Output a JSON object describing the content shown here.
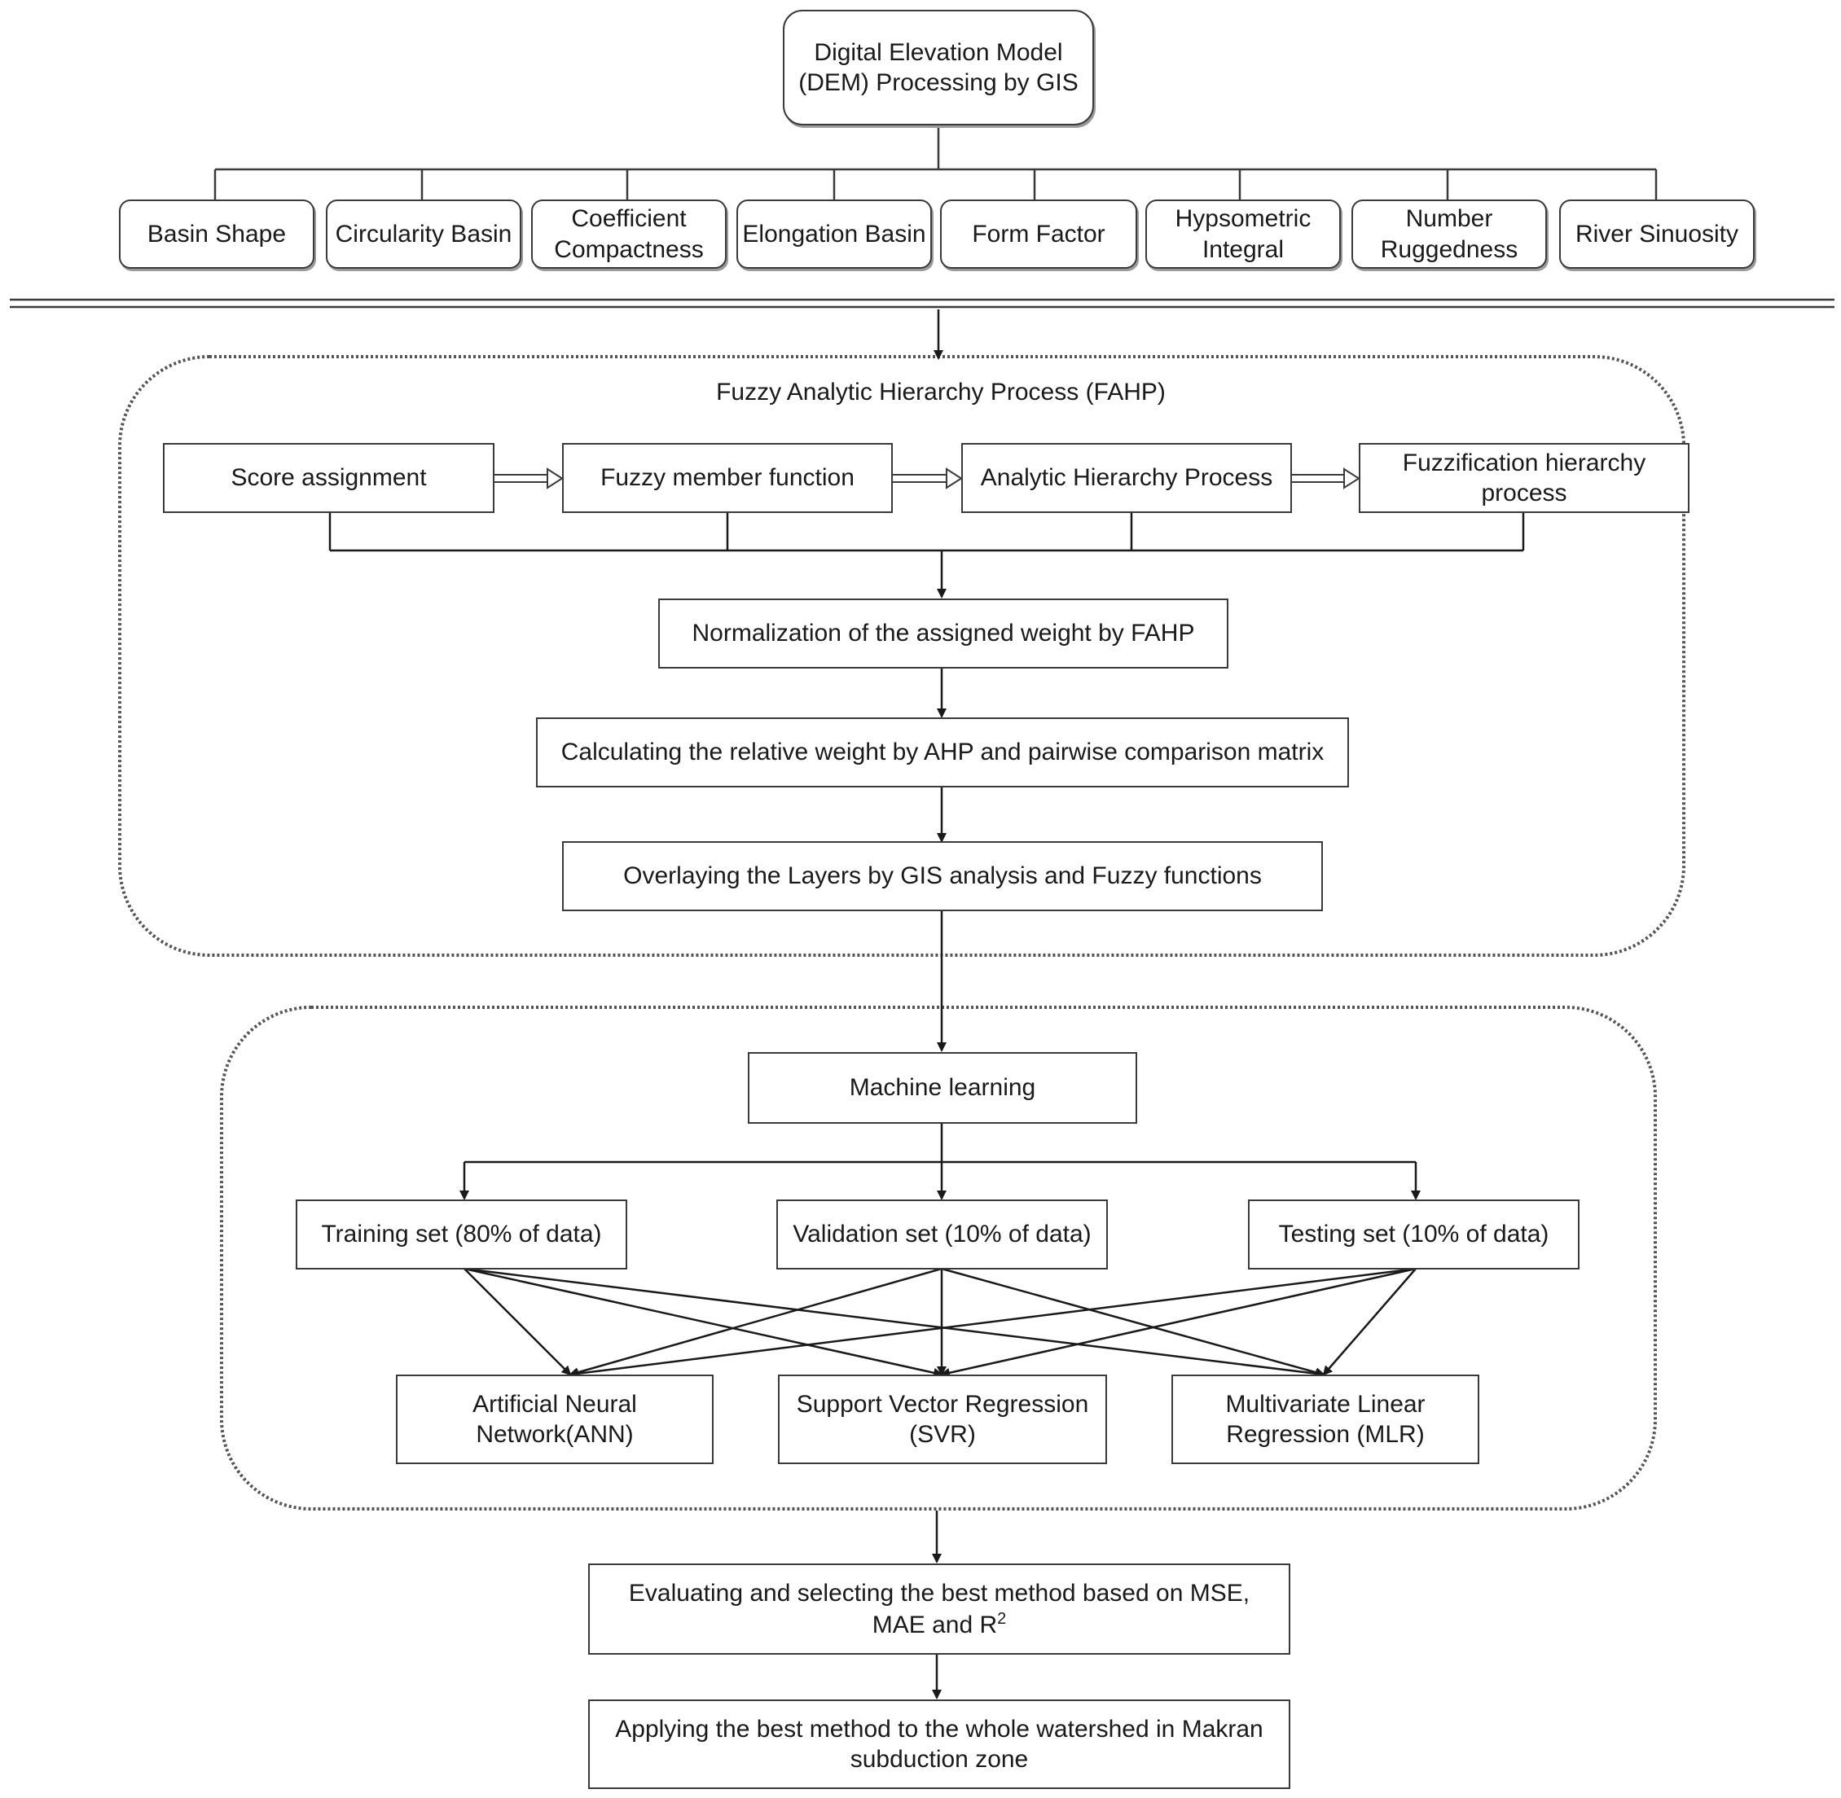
{
  "dem": {
    "line1": "Digital Elevation Model",
    "line2": "(DEM) Processing by GIS"
  },
  "parameters": [
    {
      "line1": "Basin Shape",
      "line2": ""
    },
    {
      "line1": "Circularity Basin",
      "line2": ""
    },
    {
      "line1": "Coefficient",
      "line2": "Compactness"
    },
    {
      "line1": "Elongation Basin",
      "line2": ""
    },
    {
      "line1": "Form Factor",
      "line2": ""
    },
    {
      "line1": "Hypsometric",
      "line2": "Integral"
    },
    {
      "line1": "Number",
      "line2": "Ruggedness"
    },
    {
      "line1": "River Sinuosity",
      "line2": ""
    }
  ],
  "fahp": {
    "title": "Fuzzy Analytic Hierarchy Process (FAHP)",
    "steps": [
      {
        "line1": "Score assignment",
        "line2": ""
      },
      {
        "line1": "Fuzzy member function",
        "line2": ""
      },
      {
        "line1": "Analytic Hierarchy Process",
        "line2": ""
      },
      {
        "line1": "Fuzzification hierarchy",
        "line2": "process"
      }
    ],
    "normalization": "Normalization of the assigned weight by FAHP",
    "relative_weight": "Calculating the relative weight by AHP and pairwise comparison matrix",
    "overlay": "Overlaying the Layers by GIS analysis and Fuzzy functions"
  },
  "ml": {
    "title": "Machine learning",
    "sets": [
      "Training set (80% of data)",
      "Validation set (10% of data)",
      "Testing set (10% of data)"
    ],
    "models": [
      {
        "line1": "Artificial Neural",
        "line2": "Network(ANN)"
      },
      {
        "line1": "Support Vector Regression",
        "line2": "(SVR)"
      },
      {
        "line1": "Multivariate Linear",
        "line2": "Regression (MLR)"
      }
    ]
  },
  "evaluate": {
    "line1": "Evaluating and selecting the best method based on MSE,",
    "line2_prefix": "MAE and R",
    "line2_sup": "2"
  },
  "apply": {
    "line1": "Applying the best method to the whole watershed in Makran",
    "line2": "subduction zone"
  }
}
